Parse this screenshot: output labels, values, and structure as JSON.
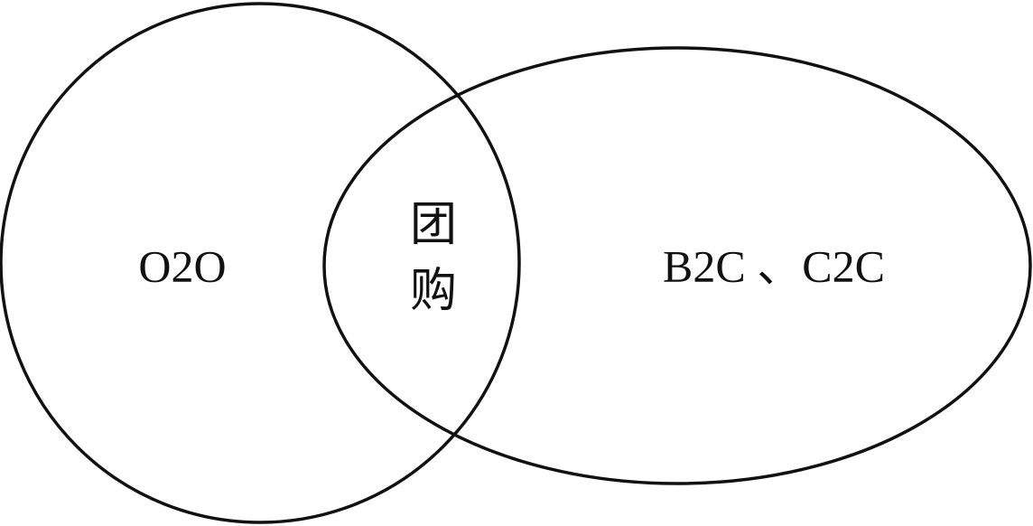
{
  "diagram": {
    "type": "venn",
    "sets": [
      {
        "label": "O2O"
      },
      {
        "label": "B2C 、C2C"
      }
    ],
    "intersection": {
      "label_line1": "团",
      "label_line2": "购"
    }
  }
}
